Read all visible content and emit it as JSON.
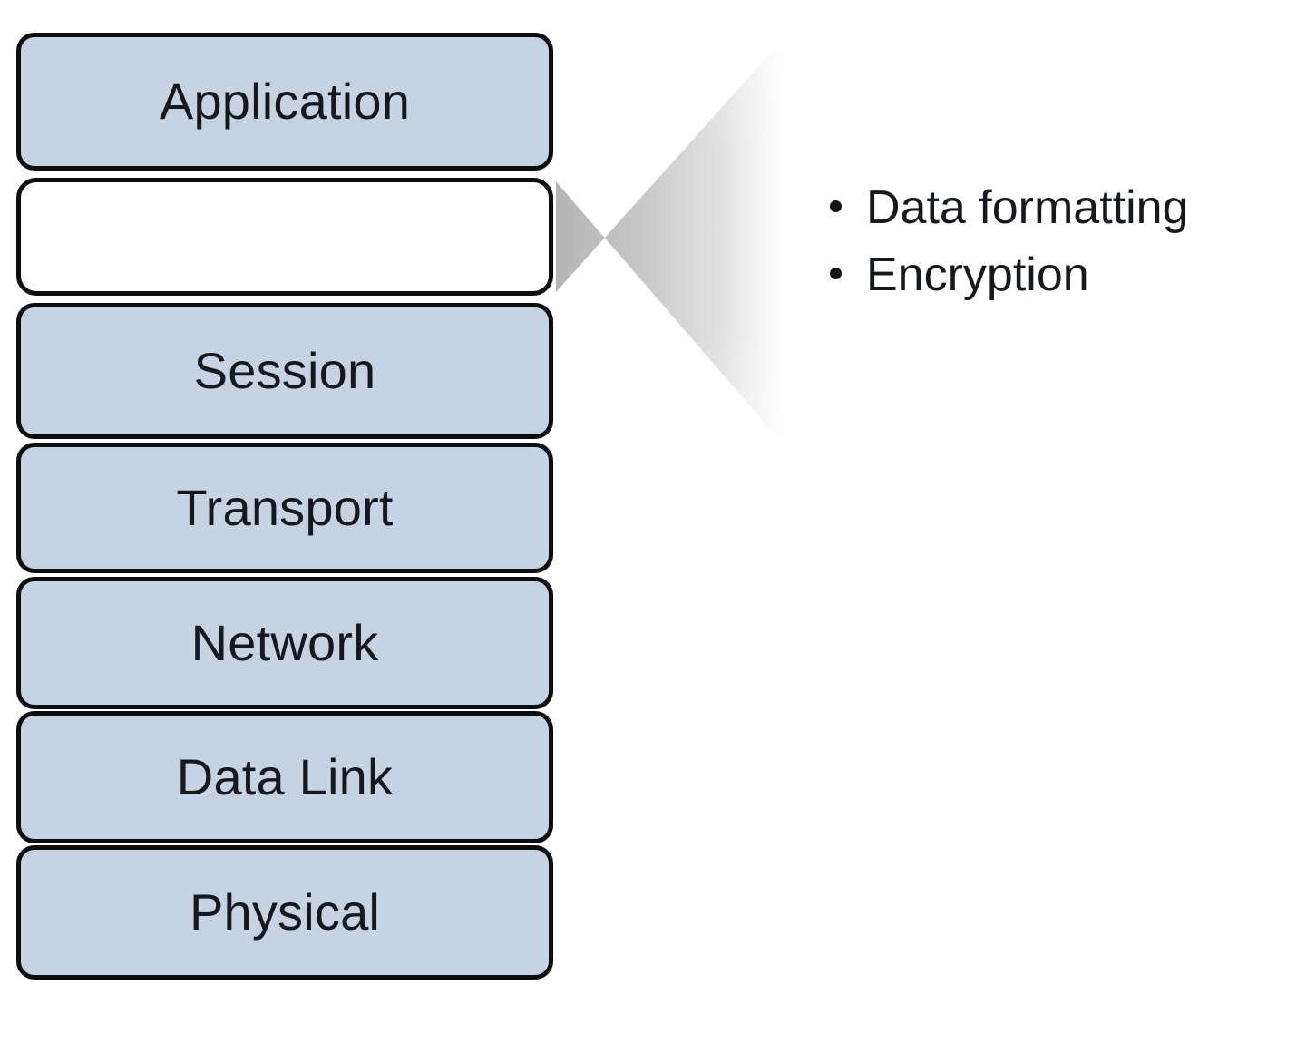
{
  "diagram": {
    "title": "OSI Model Layers with Presentation Layer Callout",
    "type": "layered-stack-with-callout",
    "background_color": "#ffffff",
    "layer_fill_color": "#c6d3e2",
    "layer_border_color": "#0d0d10",
    "blank_layer_fill_color": "#ffffff",
    "cone_color": "#b9b9b9",
    "text_color": "#15181d"
  },
  "stack": {
    "name": "osi-layer-stack",
    "layers": [
      {
        "label": "Application",
        "filled": true,
        "state": "labeled"
      },
      {
        "label": "",
        "filled": false,
        "state": "blank"
      },
      {
        "label": "Session",
        "filled": true,
        "state": "labeled"
      },
      {
        "label": "Transport",
        "filled": true,
        "state": "labeled"
      },
      {
        "label": "Network",
        "filled": true,
        "state": "labeled"
      },
      {
        "label": "Data Link",
        "filled": true,
        "state": "labeled"
      },
      {
        "label": "Physical",
        "filled": true,
        "state": "labeled"
      }
    ]
  },
  "callout": {
    "source_layer_index": 1,
    "bullets": [
      {
        "text": "Data formatting"
      },
      {
        "text": "Encryption"
      }
    ]
  }
}
